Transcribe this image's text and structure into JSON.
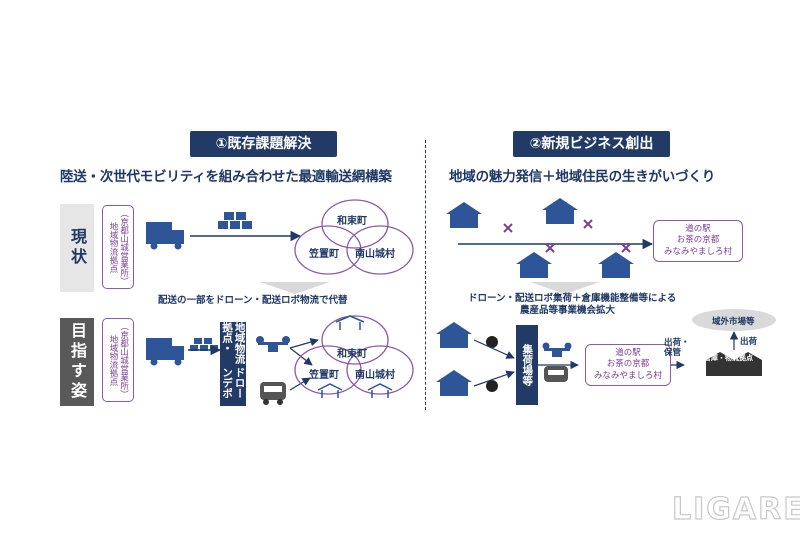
{
  "left": {
    "header": "①既存課題解決",
    "subtitle": "陸送・次世代モビリティを組み合わせた最適輸送網構築",
    "current_label": "現状",
    "future_label": "目指す姿",
    "hub_note_current": [
      "地域物流拠点",
      "（京都山城営業所）"
    ],
    "hub_note_future": [
      "地域物流拠点",
      "（京都山城営業所）"
    ],
    "towns": [
      "和束町",
      "笠置町",
      "南山城村"
    ],
    "transition_note": "配送の一部をドローン・配送ロボ物流で代替",
    "depot": [
      "地域物流拠点・",
      "ドローンデポ"
    ]
  },
  "right": {
    "header": "②新規ビジネス創出",
    "subtitle": "地域の魅力発信＋地域住民の生きがいづくり",
    "roadside_station": [
      "道の駅",
      "お茶の京都",
      "みなみやましろ村"
    ],
    "transition_note": [
      "ドローン・配送ロボ集荷＋倉庫機能整備等による",
      "農産品等事業機会拡大"
    ],
    "collection_point": "集荷場等",
    "ship_store": [
      "出荷・",
      "保管"
    ],
    "ship": "出荷",
    "warehouse": "倉庫・物流拠点",
    "external_market": "域外市場等"
  },
  "logo": "LIGARE",
  "colors": {
    "navy": "#223a66",
    "purple": "#7a3e93",
    "blue": "#2e5597",
    "gray": "#e7e6e6"
  }
}
